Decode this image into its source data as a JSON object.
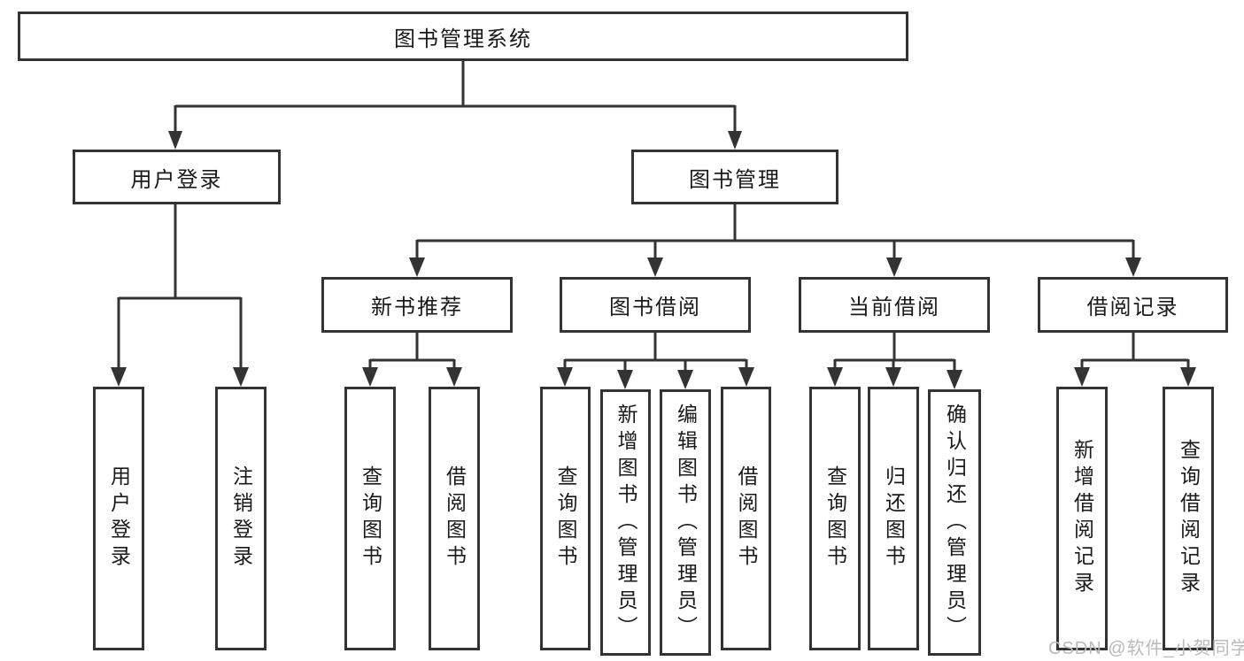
{
  "diagram": {
    "type": "hierarchy-tree",
    "title": "图书管理系统"
  },
  "nodes": {
    "root": {
      "label": "图书管理系统"
    },
    "user_login": {
      "label": "用户登录"
    },
    "book_mgmt": {
      "label": "图书管理"
    },
    "new_book_rec": {
      "label": "新书推荐"
    },
    "book_borrow": {
      "label": "图书借阅"
    },
    "current_borrow": {
      "label": "当前借阅"
    },
    "borrow_records": {
      "label": "借阅记录"
    },
    "leaf_user_login": {
      "label": "用户登录"
    },
    "leaf_logout": {
      "label": "注销登录"
    },
    "leaf_rec_query": {
      "label": "查询图书"
    },
    "leaf_rec_borrow": {
      "label": "借阅图书"
    },
    "leaf_bb_query": {
      "label": "查询图书"
    },
    "leaf_bb_add": {
      "label": "新增图书（管理员）"
    },
    "leaf_bb_edit": {
      "label": "编辑图书（管理员）"
    },
    "leaf_bb_borrow": {
      "label": "借阅图书"
    },
    "leaf_cb_query": {
      "label": "查询图书"
    },
    "leaf_cb_return": {
      "label": "归还图书"
    },
    "leaf_cb_confirm": {
      "label": "确认归还（管理员）"
    },
    "leaf_br_add": {
      "label": "新增借阅记录"
    },
    "leaf_br_query": {
      "label": "查询借阅记录"
    }
  },
  "hierarchy": {
    "图书管理系统": {
      "用户登录": [
        "用户登录",
        "注销登录"
      ],
      "图书管理": {
        "新书推荐": [
          "查询图书",
          "借阅图书"
        ],
        "图书借阅": [
          "查询图书",
          "新增图书（管理员）",
          "编辑图书（管理员）",
          "借阅图书"
        ],
        "当前借阅": [
          "查询图书",
          "归还图书",
          "确认归还（管理员）"
        ],
        "借阅记录": [
          "新增借阅记录",
          "查询借阅记录"
        ]
      }
    }
  },
  "watermark": {
    "text": "CSDN @软件_小贺同学",
    "color": "#b9babc"
  },
  "style": {
    "line_color": "#333333",
    "box_border_color": "#333333",
    "text_color": "#1a1a1a",
    "background": "#ffffff"
  }
}
